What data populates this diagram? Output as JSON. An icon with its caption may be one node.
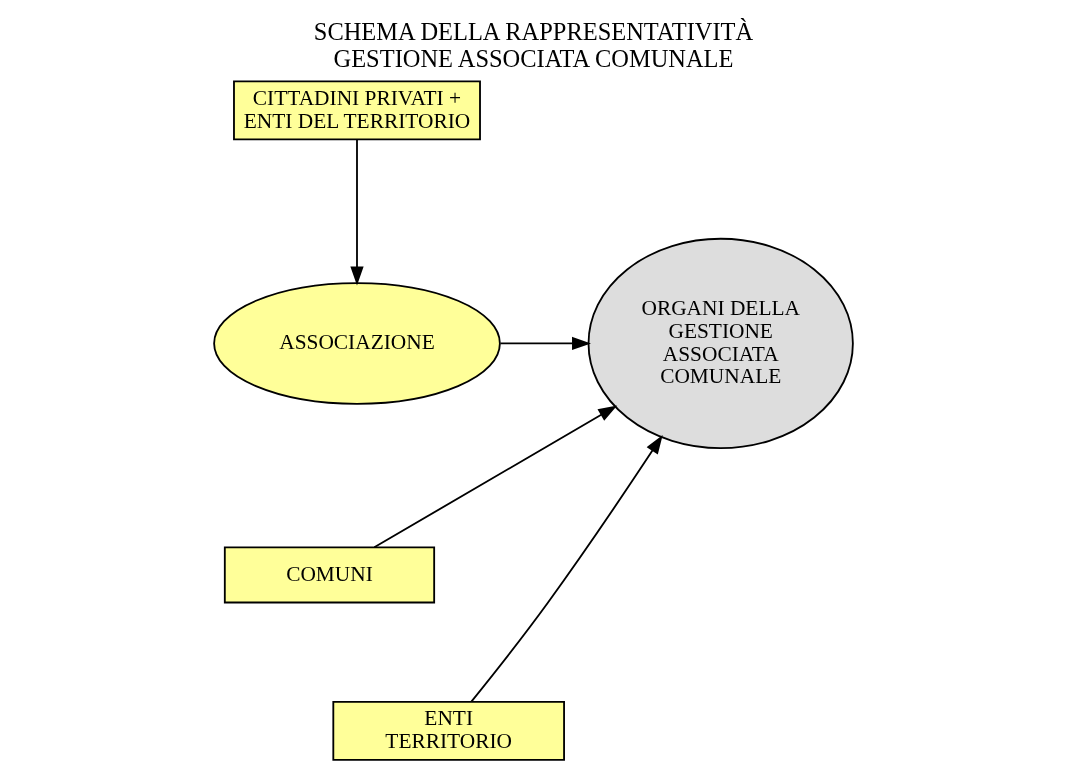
{
  "diagram": {
    "title": "SCHEMA DELLA RAPPRESENTATIVITÀ GESTIONE ASSOCIATA COMUNALE",
    "nodes": [
      {
        "text": [
          "CITTADINI PRIVATI + ENTI DEL TERRITORIO"
        ]
      },
      {
        "text": [
          "ASSOCIAZIONE"
        ]
      },
      {
        "text": [
          "ORGANI DELLA GESTIONE ASSOCIATA COMUNALE"
        ]
      },
      {
        "text": [
          "COMUNI"
        ]
      },
      {
        "text": [
          "ENTI TERRITORIO"
        ]
      }
    ],
    "edges": [
      {
        "from": 0,
        "to": 1,
        "arrow": "to"
      },
      {
        "from": 1,
        "to": 2,
        "arrow": "to"
      },
      {
        "from": 3,
        "to": 2,
        "arrow": "to"
      },
      {
        "from": 4,
        "to": 2,
        "arrow": "to"
      }
    ]
  }
}
